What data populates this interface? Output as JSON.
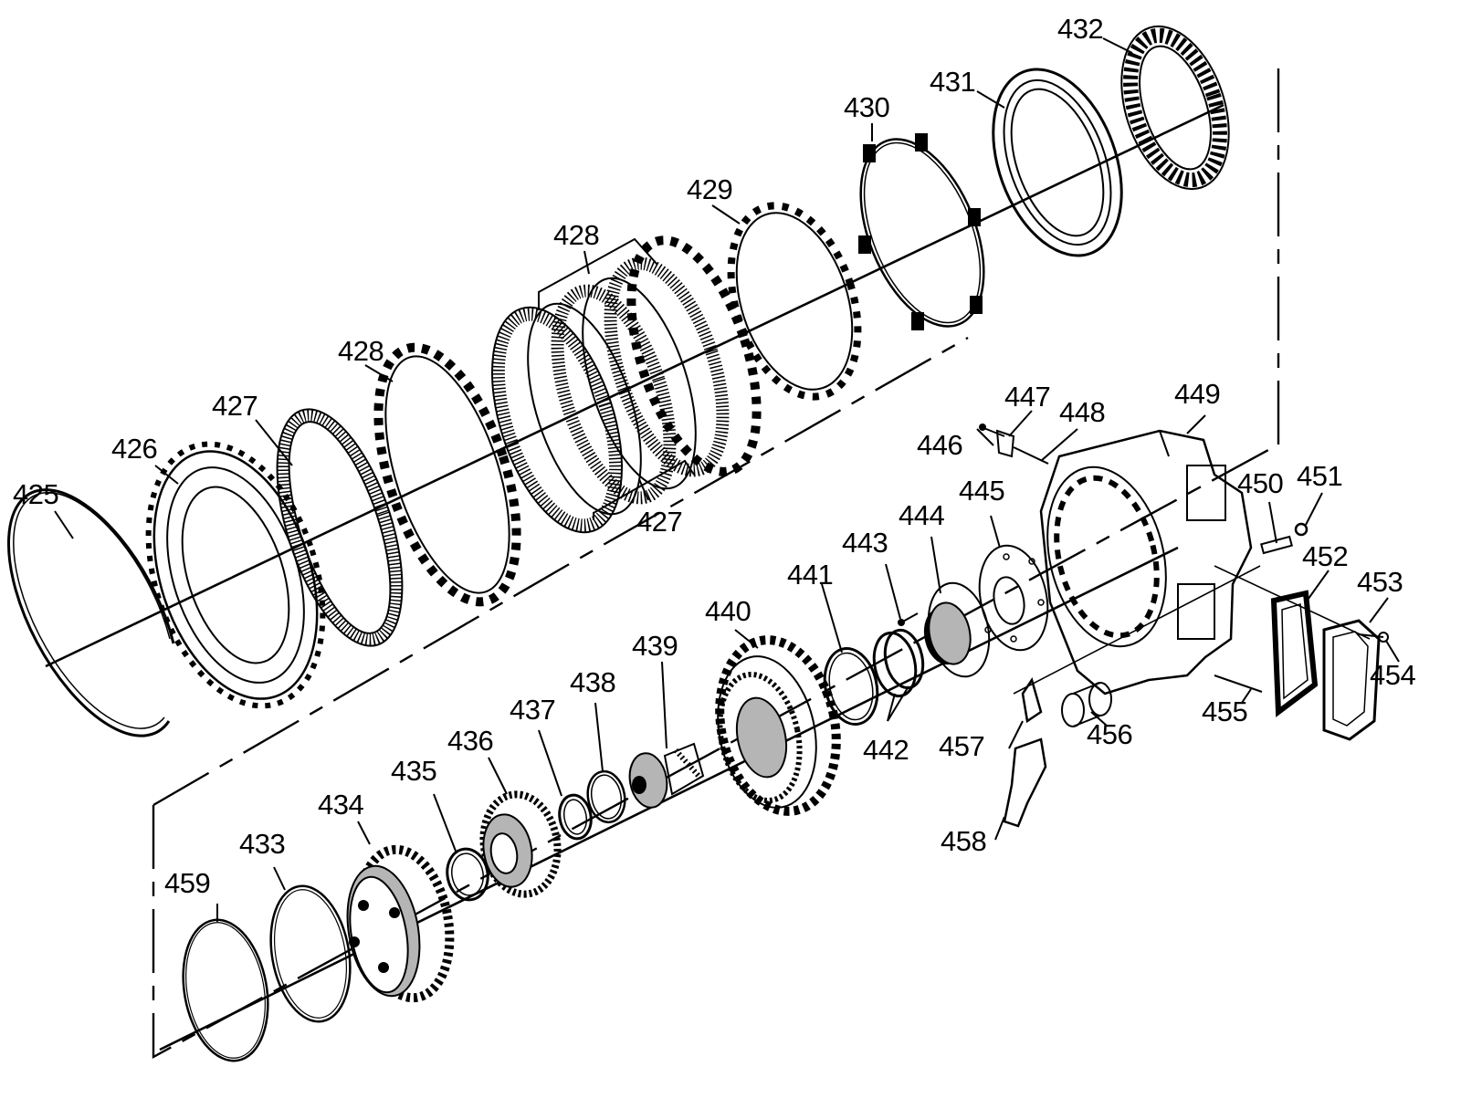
{
  "labels": {
    "p425": "425",
    "p426": "426",
    "p427a": "427",
    "p427b": "427",
    "p428a": "428",
    "p428b": "428",
    "p429": "429",
    "p430": "430",
    "p431": "431",
    "p432": "432",
    "p433": "433",
    "p434": "434",
    "p435": "435",
    "p436": "436",
    "p437": "437",
    "p438": "438",
    "p439": "439",
    "p440": "440",
    "p441": "441",
    "p442": "442",
    "p443": "443",
    "p444": "444",
    "p445": "445",
    "p446": "446",
    "p447": "447",
    "p448": "448",
    "p449": "449",
    "p450": "450",
    "p451": "451",
    "p452": "452",
    "p453": "453",
    "p454": "454",
    "p455": "455",
    "p456": "456",
    "p457": "457",
    "p458": "458",
    "p459": "459"
  }
}
